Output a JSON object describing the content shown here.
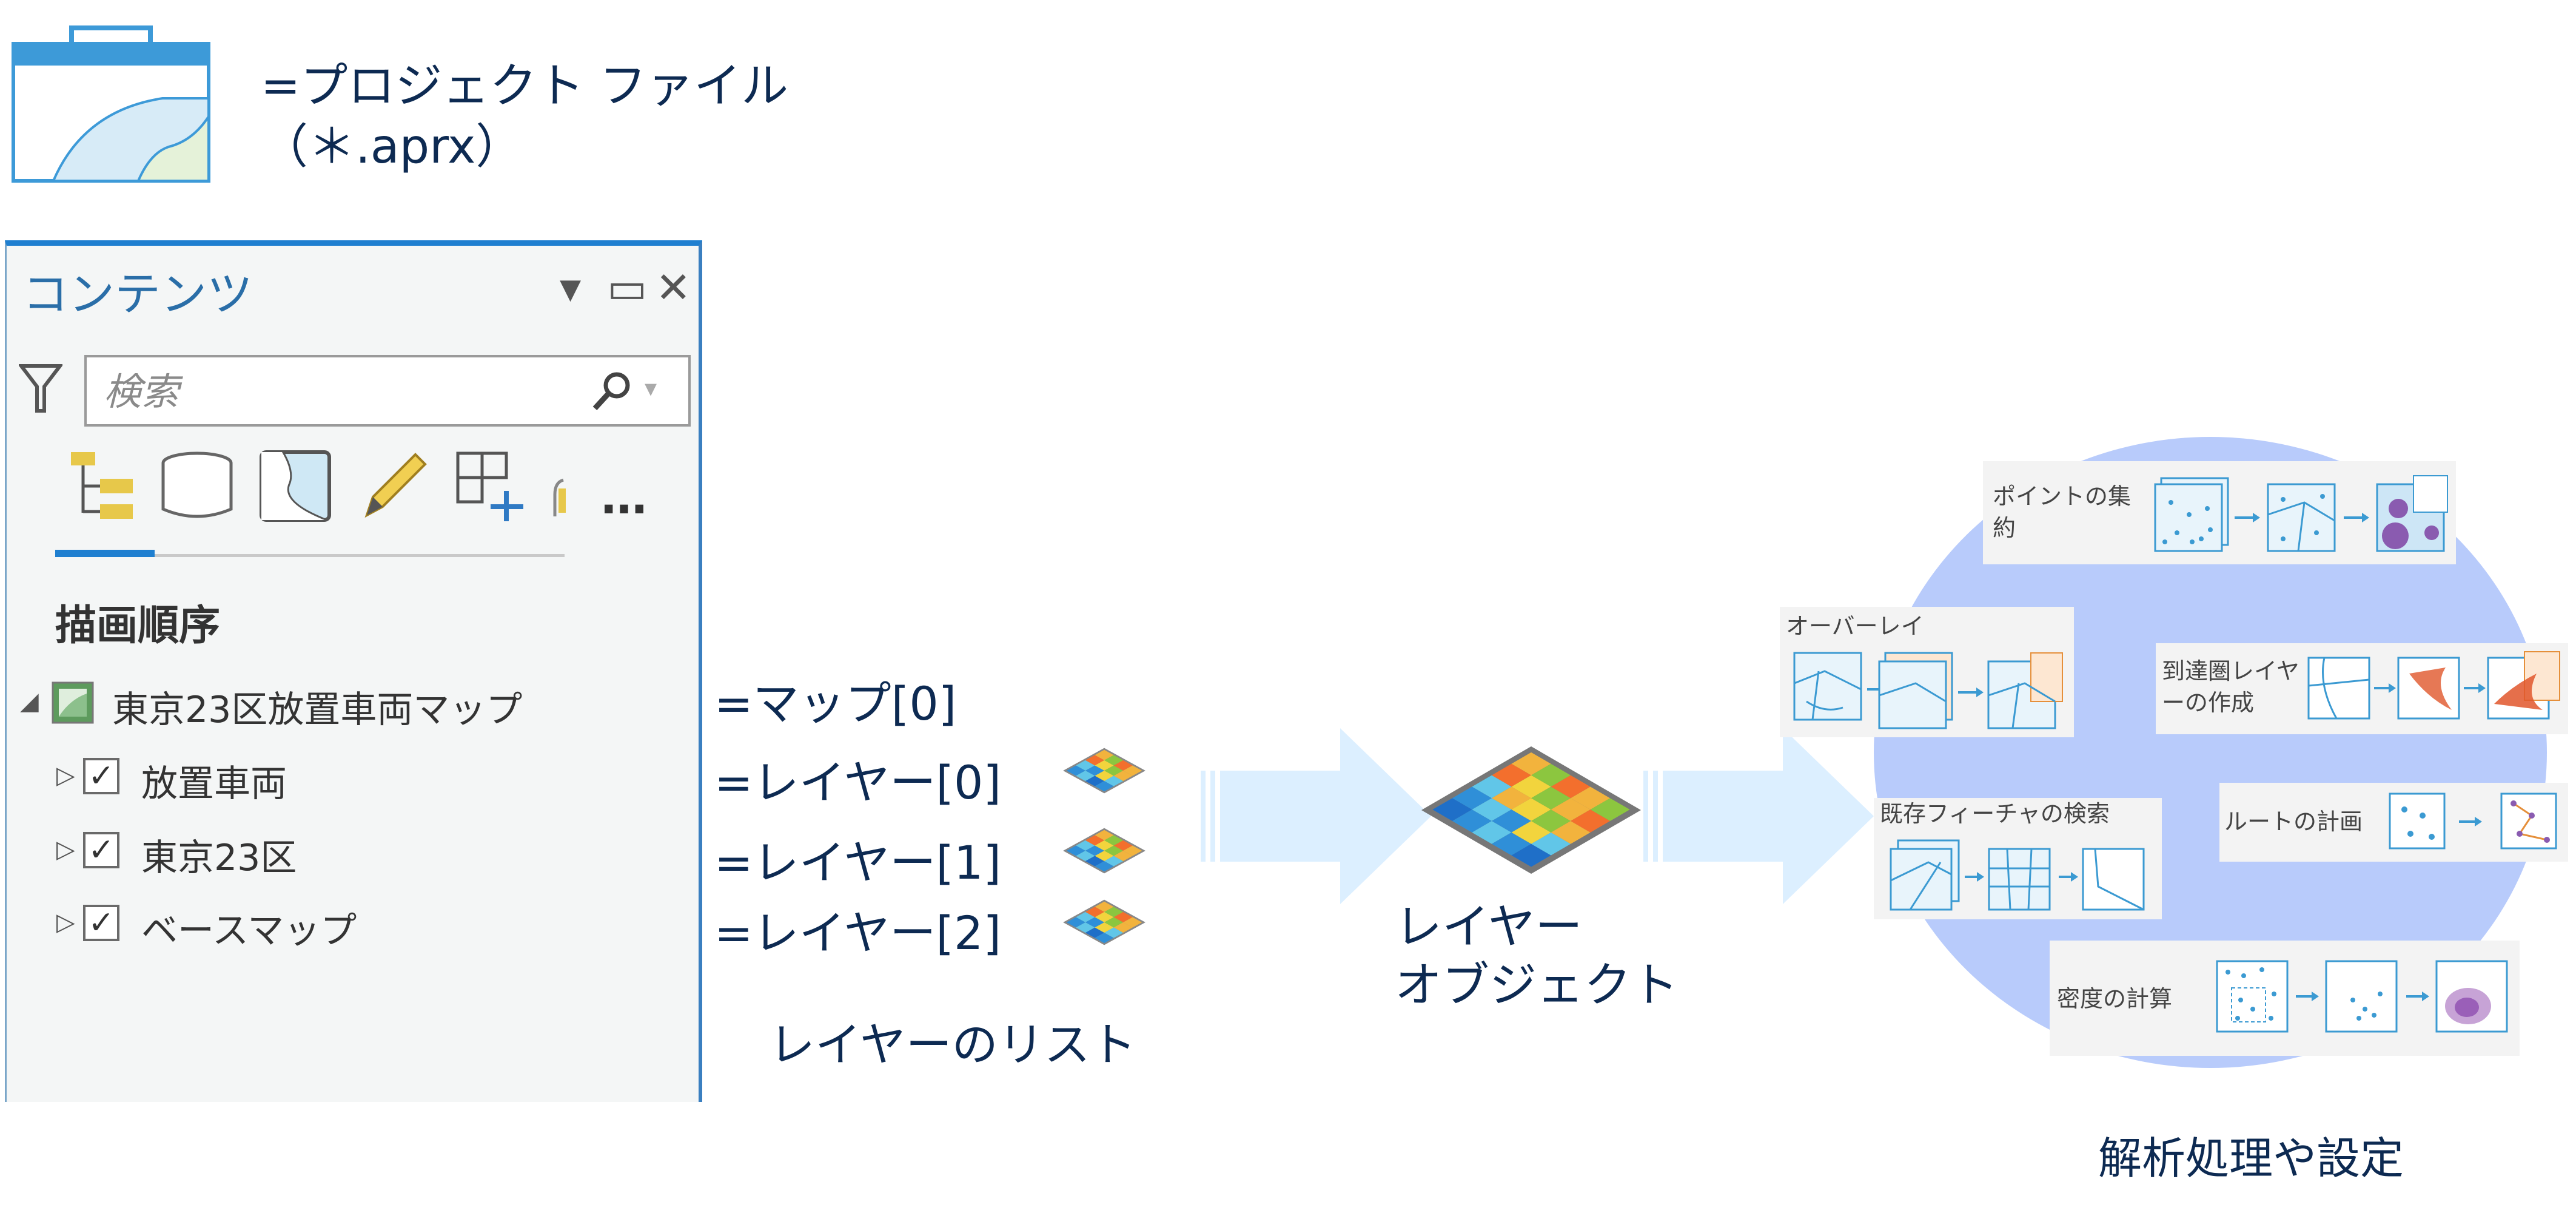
{
  "project": {
    "line1": "=プロジェクト ファイル",
    "line2": "（＊.aprx）"
  },
  "contents_pane": {
    "title": "コンテンツ",
    "controls": {
      "dropdown": "▾",
      "maximize": "▭",
      "close": "✕"
    },
    "search": {
      "placeholder": "検索"
    },
    "more": "…",
    "section_title": "描画順序",
    "map_name": "東京23区放置車両マップ",
    "layers": [
      "放置車両",
      "東京23区",
      "ベースマップ"
    ]
  },
  "equations": {
    "map": "=マップ[0]",
    "layer0": "=レイヤー[0]",
    "layer1": "=レイヤー[1]",
    "layer2": "=レイヤー[2]"
  },
  "list_label": "レイヤーのリスト",
  "layer_object": {
    "line1": "レイヤー",
    "line2": "オブジェクト"
  },
  "analysis": {
    "label": "解析処理や設定",
    "tools": {
      "aggregate_line1": "ポイントの集",
      "aggregate_line2": "約",
      "overlay": "オーバーレイ",
      "drive_time_line1": "到達圏レイヤ",
      "drive_time_line2": "ーの作成",
      "find_existing": "既存フィーチャの検索",
      "route": "ルートの計画",
      "density": "密度の計算"
    }
  },
  "colors": {
    "text_navy": "#0d2a52",
    "pane_accent": "#1f7fd0",
    "circle_fill": "#b8cbfb",
    "arrow_fill": "#dcefff"
  },
  "icons": {
    "project": "project-file-icon",
    "filter": "filter-icon",
    "search": "magnifier-icon",
    "layer": "layer-grid-icon",
    "arrow": "big-right-arrow"
  }
}
